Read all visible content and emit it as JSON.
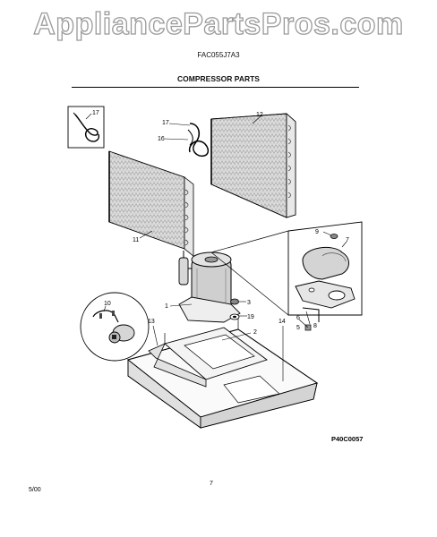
{
  "watermark": "AppliancePartsPros.com",
  "model_number": "FAC055J7A3",
  "section_title": "COMPRESSOR PARTS",
  "callouts": {
    "c17a": "17",
    "c17b": "17",
    "c16": "16",
    "c12": "12",
    "c11": "11",
    "c9": "9",
    "c7": "7",
    "c1": "1",
    "c3": "3",
    "c19": "19",
    "c2": "2",
    "c10": "10",
    "c13": "13",
    "c14": "14",
    "c6": "6",
    "c5": "5",
    "c8": "8"
  },
  "figure_code": "P40C0057",
  "date": "5/00",
  "page_number": "7"
}
